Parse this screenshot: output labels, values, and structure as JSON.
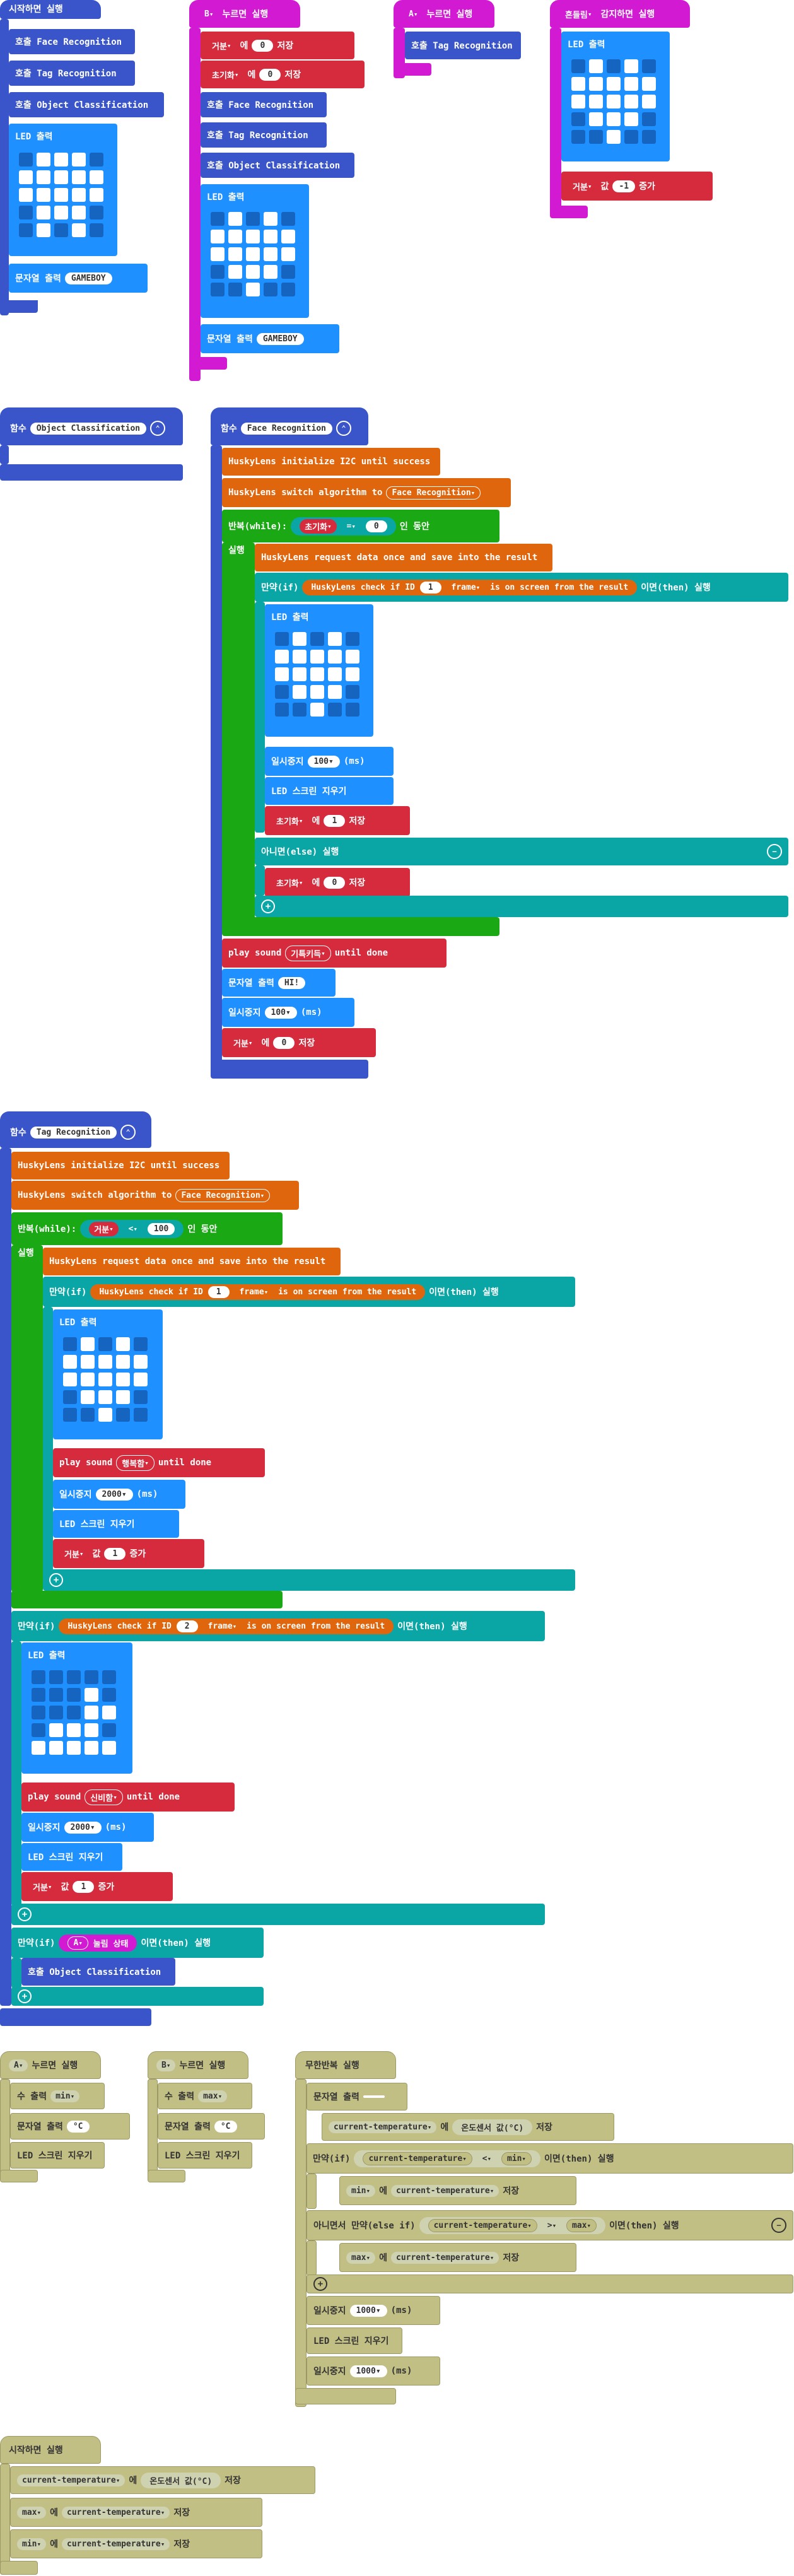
{
  "on_start_1": {
    "title": "시작하면 실행",
    "calls": [
      "호출 Face Recognition",
      "호출 Tag Recognition",
      "호출 Object Classification"
    ],
    "led": "LED 출력",
    "string_label": "문자열 출력",
    "string_value": "GAMEBOY"
  },
  "on_button_b": {
    "button": "B",
    "title": "누르면 실행",
    "set1_var": "거분",
    "set1_word": "에",
    "set1_val": "0",
    "set1_end": "저장",
    "set2_var": "초기화",
    "set2_word": "에",
    "set2_val": "0",
    "set2_end": "저장",
    "calls": [
      "호출 Face Recognition",
      "호출 Tag Recognition",
      "호출 Object Classification"
    ],
    "led": "LED 출력",
    "string_label": "문자열 출력",
    "string_value": "GAMEBOY"
  },
  "on_button_a": {
    "button": "A",
    "title": "누르면 실행",
    "call": "호출 Tag Recognition"
  },
  "on_gesture": {
    "gesture": "흔들림",
    "title": "감지하면 실행",
    "led": "LED 출력",
    "change_var": "거분",
    "change_word": "값",
    "change_val": "-1",
    "change_end": "증가"
  },
  "func_object": {
    "label": "함수",
    "name": "Object Classification"
  },
  "func_face": {
    "label": "함수",
    "name": "Face Recognition",
    "init": "HuskyLens initialize I2C until success",
    "switch_pre": "HuskyLens switch algorithm to",
    "switch_val": "Face Recognition",
    "while_label": "반복(while):",
    "while_var": "초기화",
    "while_op": "=",
    "while_val": "0",
    "while_end": "인 동안",
    "do_label": "실행",
    "request": "HuskyLens request data once and save into the result",
    "if_label": "만약(if)",
    "check_pre": "HuskyLens check if ID",
    "check_id": "1",
    "check_frame": "frame",
    "check_post": "is on screen from the result",
    "if_end": "이면(then) 실행",
    "led": "LED 출력",
    "pause": "일시중지",
    "pause_val": "100",
    "pause_unit": "(ms)",
    "clear": "LED 스크린 지우기",
    "set_var": "초기화",
    "set_word": "에",
    "set_val": "1",
    "set_end": "저장",
    "else_label": "아니면(else) 실행",
    "else_var": "초기화",
    "else_word": "에",
    "else_val": "0",
    "else_end": "저장",
    "sound_pre": "play sound",
    "sound_val": "기특키득",
    "sound_post": "until done",
    "string_label": "문자열 출력",
    "string_val": "HI!",
    "pause2_val": "100",
    "pause2_unit": "(ms)",
    "end_var": "거분",
    "end_word": "에",
    "end_val": "0",
    "end_end": "저장"
  },
  "func_tag": {
    "label": "함수",
    "name": "Tag Recognition",
    "init": "HuskyLens initialize I2C until success",
    "switch_pre": "HuskyLens switch algorithm to",
    "switch_val": "Face Recognition",
    "while_label": "반복(while):",
    "while_var": "거분",
    "while_op": "<",
    "while_val": "100",
    "while_end": "인 동안",
    "do_label": "실행",
    "request": "HuskyLens request data once and save into the result",
    "if_label": "만약(if)",
    "check_pre": "HuskyLens check if ID",
    "check_id": "1",
    "check_frame": "frame",
    "check_post": "is on screen from the result",
    "if_end": "이면(then) 실행",
    "led": "LED 출력",
    "sound_pre": "play sound",
    "sound_val": "행복함",
    "sound_post": "until done",
    "pause": "일시중지",
    "pause_val": "2000",
    "pause_unit": "(ms)",
    "clear": "LED 스크린 지우기",
    "change_var": "거분",
    "change_word": "값",
    "change_val": "1",
    "change_end": "증가",
    "if2_label": "만약(if)",
    "check2_id": "2",
    "if2_end": "이면(then) 실행",
    "led2": "LED 출력",
    "sound2_val": "신비함",
    "pause2_val": "2000",
    "clear2": "LED 스크린 지우기",
    "change2_var": "거분",
    "change2_val": "1",
    "if3_label": "만약(if)",
    "button3": "A",
    "button3_state": "눌림 상태",
    "if3_end": "이면(then) 실행",
    "call3": "호출 Object Classification"
  },
  "on_a_min": {
    "button": "A",
    "title": "누르면 실행",
    "show": "수 출력",
    "var": "min",
    "string_label": "문자열 출력",
    "string_val": "°C",
    "clear": "LED 스크린 지우기"
  },
  "on_b_max": {
    "button": "B",
    "title": "누르면 실행",
    "show": "수 출력",
    "var": "max",
    "string_label": "문자열 출력",
    "string_val": "°C",
    "clear": "LED 스크린 지우기"
  },
  "forever": {
    "title": "무한반복 실행",
    "string_label": "문자열 출력",
    "string_val": "",
    "var": "current-temperature",
    "word": "에",
    "sensor": "온도센서 값(°C)",
    "end": "저장",
    "if_label": "만약(if)",
    "op1": "<",
    "min": "min",
    "if_end": "이면(then) 실행",
    "set_min": "min",
    "set_word": "에",
    "set_to": "current-temperature",
    "set_end": "저장",
    "elif_label": "아니면서 만약(else if)",
    "op2": ">",
    "max": "max",
    "elif_end": "이면(then) 실행",
    "set_max": "max",
    "pause": "일시중지",
    "pause_val": "1000",
    "pause_unit": "(ms)",
    "clear": "LED 스크린 지우기",
    "pause2_val": "1000"
  },
  "on_start_2": {
    "title": "시작하면 실행",
    "var": "current-temperature",
    "word": "에",
    "sensor": "온도센서 값(°C)",
    "end": "저장",
    "max": "max",
    "min": "min",
    "to": "current-temperature"
  }
}
